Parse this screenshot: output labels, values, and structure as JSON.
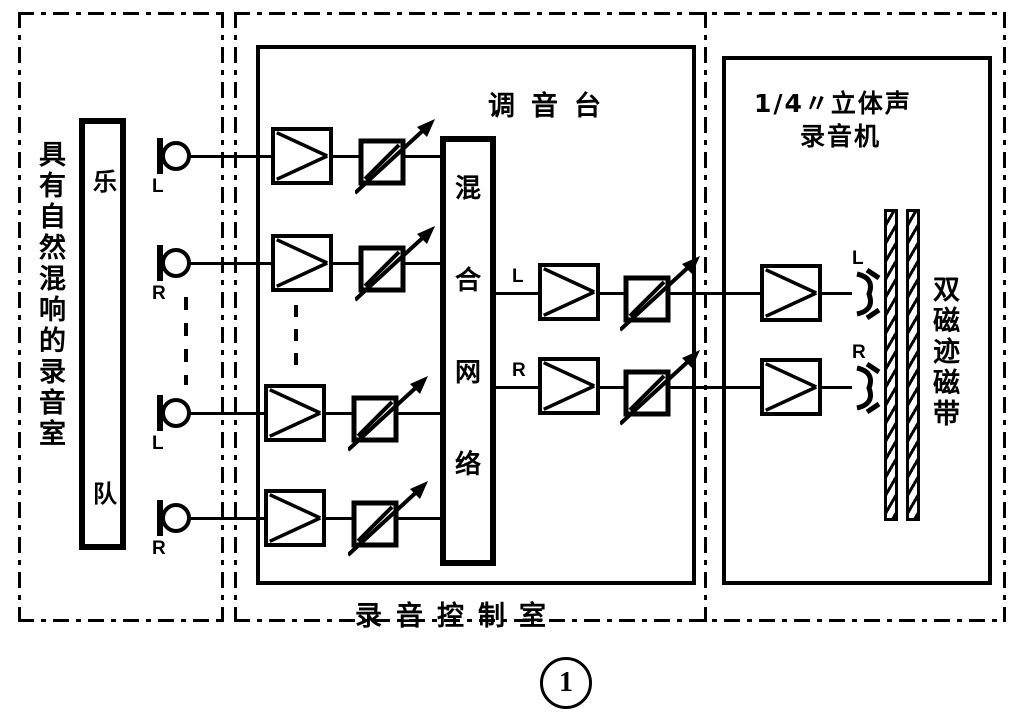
{
  "figure": {
    "number": "1",
    "caption_bottom": "录音控制室"
  },
  "rooms": [
    {
      "id": "studio",
      "label": "具有自然混响的录音室",
      "orchestra_label_top": "乐",
      "orchestra_label_bottom": "队"
    },
    {
      "id": "control-room",
      "title": "调音台",
      "bottom_label": "录音控制室"
    },
    {
      "id": "tape-room",
      "title_line1": "1/4〃立体声",
      "title_line2": "录音机",
      "tape_label": "双磁迹磁带"
    }
  ],
  "studio": {
    "room_label": "具有自然混响的录音室",
    "orchestra": {
      "top": "乐",
      "bottom": "队"
    },
    "microphones": [
      {
        "channel": "L",
        "label": "L"
      },
      {
        "channel": "R",
        "label": "R"
      },
      {
        "channel": "L",
        "label": "L"
      },
      {
        "channel": "R",
        "label": "R"
      }
    ]
  },
  "console": {
    "title": "调音台",
    "mix_network_label": "混合网络",
    "mix_network_chars": [
      "混",
      "合",
      "网",
      "络"
    ],
    "input_channels": 4,
    "output_labels": [
      "L",
      "R"
    ],
    "bottom_label": "录音控制室"
  },
  "recorder": {
    "title_line1": "1/4〃立体声",
    "title_line2": "录音机",
    "tape_label": "双磁迹磁带",
    "head_labels": [
      "L",
      "R"
    ],
    "track_count": 2
  },
  "symbols": {
    "microphone": "microphone-icon",
    "amplifier": "amplifier-icon",
    "attenuator": "variable-attenuator-icon",
    "record_head": "record-head-icon",
    "tape_track": "tape-track-icon"
  },
  "colors": {
    "ink": "#000000",
    "paper": "#ffffff"
  }
}
